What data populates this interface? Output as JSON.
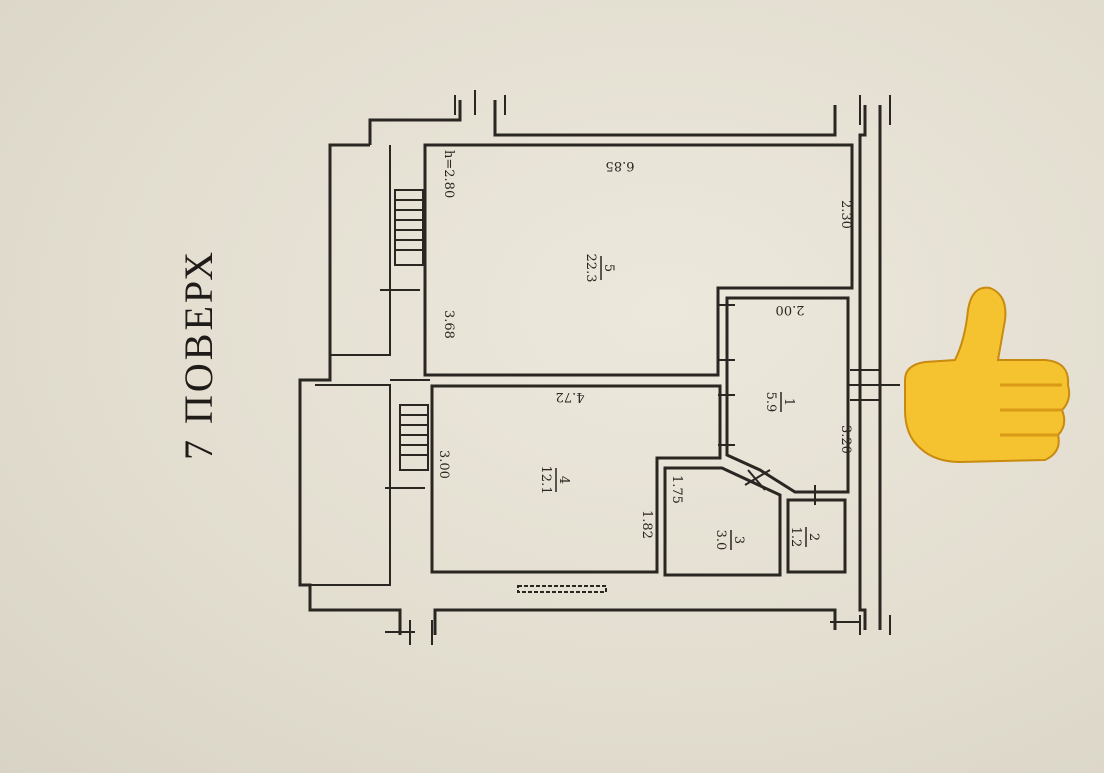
{
  "title": "7 ПОВЕРХ",
  "rooms": [
    {
      "number": "5",
      "area": "22.3"
    },
    {
      "number": "1",
      "area": "5.9"
    },
    {
      "number": "4",
      "area": "12.1"
    },
    {
      "number": "3",
      "area": "3.0"
    },
    {
      "number": "2",
      "area": "1.2"
    }
  ],
  "dimensions": {
    "room5_length": "6.85",
    "room5_width": "3.68",
    "ceiling_height": "h=2.80",
    "room5_right": "2.30",
    "hall_top": "2.00",
    "hall_side": "3.20",
    "room4_length": "4.72",
    "room4_width": "3.00",
    "room4_small": "1.82",
    "room3_side": "1.75"
  },
  "overlay": {
    "icon": "thumbs-up-emoji",
    "color": "#f5c230"
  }
}
